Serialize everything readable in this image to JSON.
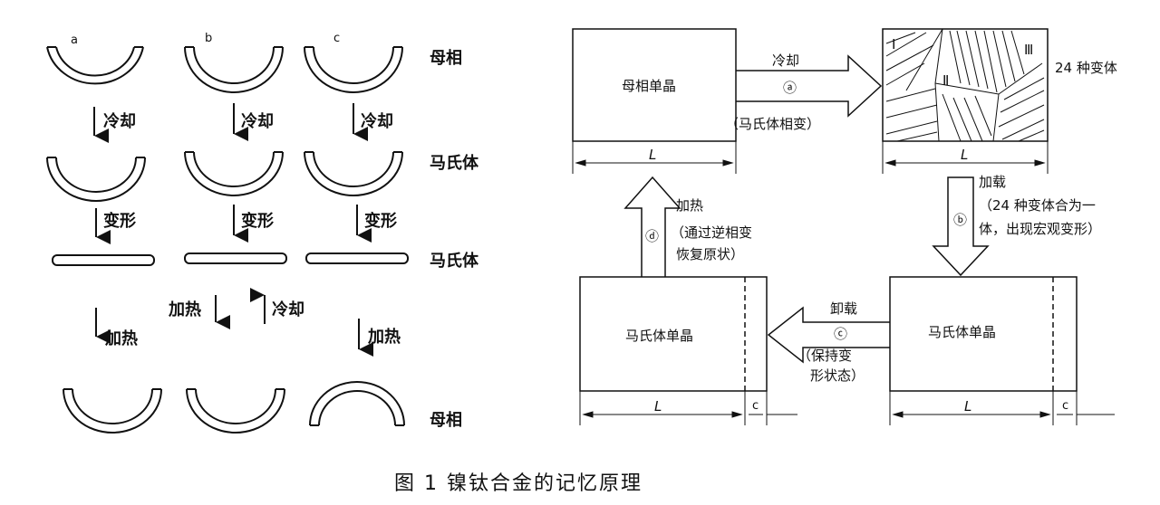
{
  "left_panel": {
    "columns": [
      "a",
      "b",
      "c"
    ],
    "states": {
      "parent": "母相",
      "martensite_1": "马氏体",
      "martensite_2": "马氏体",
      "parent_final": "母相"
    },
    "steps": {
      "cool": "冷却",
      "deform": "变形",
      "heat": "加热"
    }
  },
  "right_panel": {
    "box_parent": "母相单晶",
    "box_mart_left": "马氏体单晶",
    "box_mart_right": "马氏体单晶",
    "variants_label": "24 种变体",
    "roman": [
      "Ⅰ",
      "Ⅱ",
      "Ⅲ"
    ],
    "length_label": "L",
    "extra_label": "c",
    "arrow_a": {
      "top": "冷却",
      "circle": "ⓐ",
      "bottom": "（马氏体相变）"
    },
    "arrow_b": {
      "top": "加载",
      "circle": "ⓑ",
      "line1": "（24 种变体合为一",
      "line2": "体，出现宏观变形）"
    },
    "arrow_c": {
      "top": "卸载",
      "circle": "ⓒ",
      "line1": "（保持变",
      "line2": "形状态）"
    },
    "arrow_d": {
      "top": "加热",
      "circle": "ⓓ",
      "line1": "（通过逆相变",
      "line2": "恢复原状）"
    }
  },
  "caption": "图 1  镍钛合金的记忆原理"
}
